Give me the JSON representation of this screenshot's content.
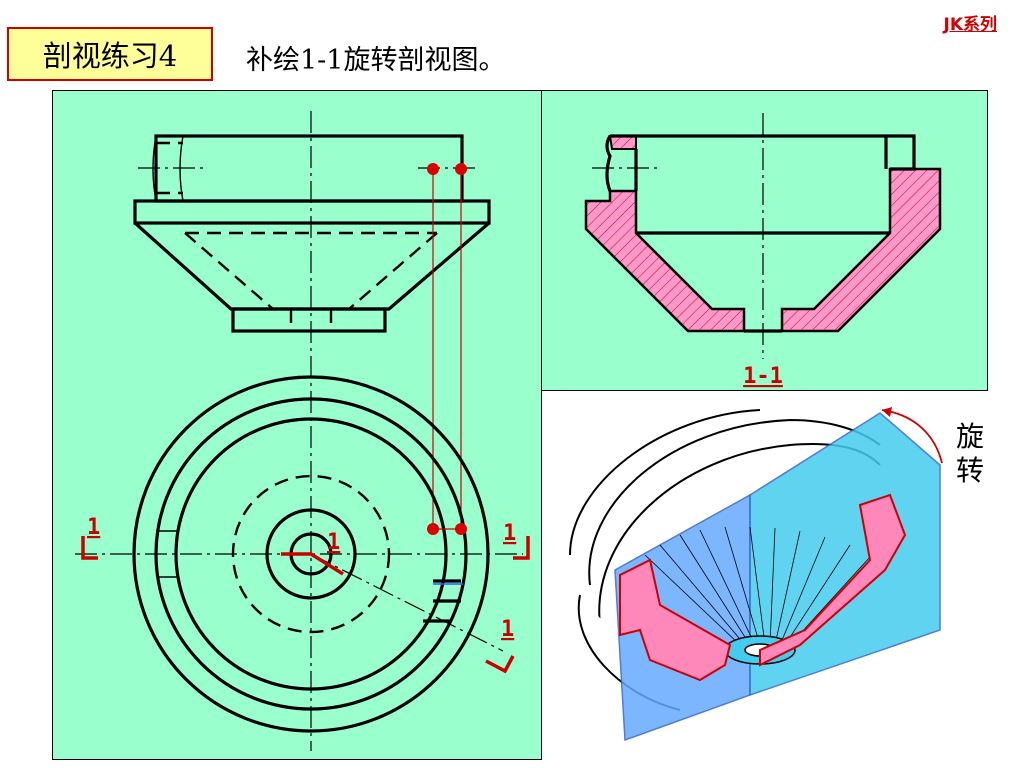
{
  "header": {
    "series_tag": "JK系列",
    "title": "剖视练习4",
    "instruction": "补绘1-1旋转剖视图。"
  },
  "section_view": {
    "label": "1-1"
  },
  "top_view": {
    "cut_labels": [
      "1",
      "1",
      "1",
      "1"
    ]
  },
  "iso_view": {
    "rotation_label": [
      "旋",
      "转"
    ]
  },
  "colors": {
    "panel_bg": "#99ffcc",
    "title_bg": "#ffff99",
    "accent_red": "#cc0000",
    "section_fill": "#ff99cc",
    "plane_blue": "#3399ff"
  }
}
